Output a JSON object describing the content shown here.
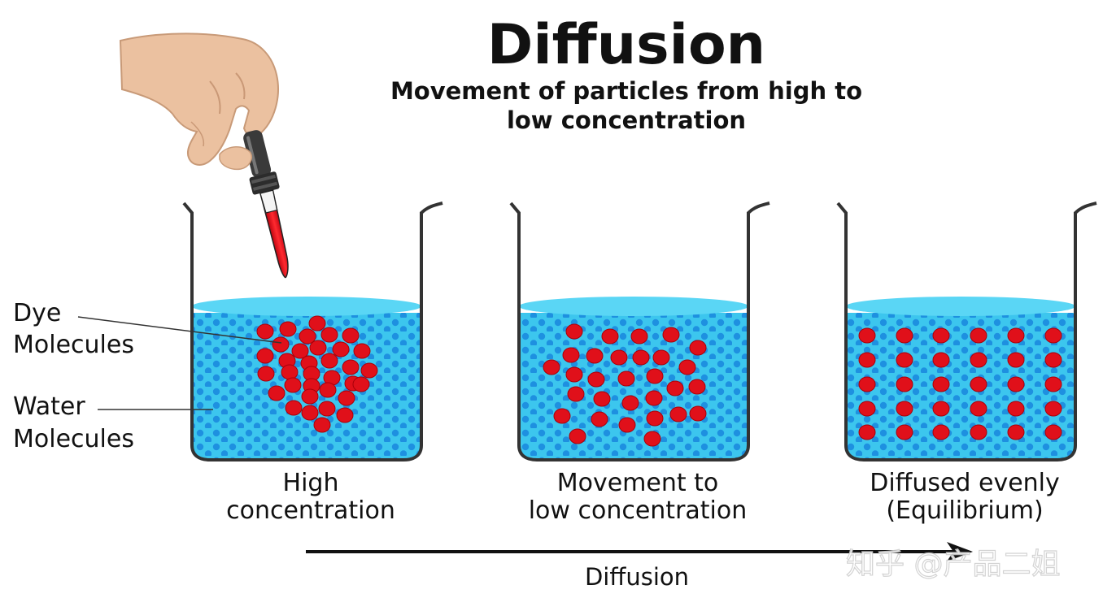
{
  "title": "Diffusion",
  "subtitle": [
    "Movement of particles from high to",
    "low concentration"
  ],
  "side_labels": {
    "dye": [
      "Dye",
      "Molecules"
    ],
    "water": [
      "Water",
      "Molecules"
    ]
  },
  "beakers": [
    {
      "caption": [
        "High",
        "concentration"
      ]
    },
    {
      "caption": [
        "Movement to",
        "low concentration"
      ]
    },
    {
      "caption": [
        "Diffused evenly",
        "(Equilibrium)"
      ]
    }
  ],
  "axis_label": "Diffusion",
  "watermark": "知乎 @产品二姐",
  "colors": {
    "water": "#3cc6ee",
    "water_surface": "#55d2f3",
    "water_dots": "#1e90e0",
    "dye": "#e0101a",
    "dye_edge": "#a8000a",
    "glass": "#333333",
    "skin": "#ebc1a0",
    "text": "#111111"
  }
}
